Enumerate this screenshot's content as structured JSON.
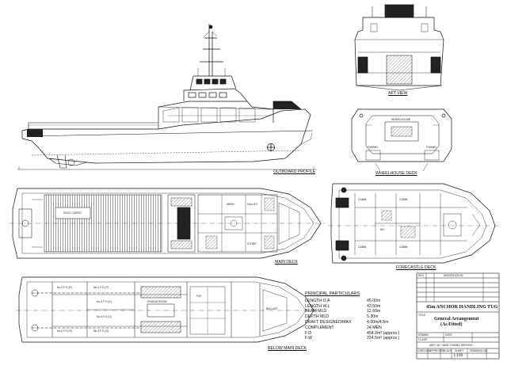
{
  "views": {
    "outboard_profile": "OUTBOARD PROFILE",
    "aft_view": "AFT VIEW",
    "wheelhouse_deck": "WHEELHOUSE DECK",
    "main_deck": "MAIN DECK",
    "forecastle_deck": "FORECASTLE DECK",
    "below_main_deck": "BELOW MAIN DECK"
  },
  "particulars": {
    "heading": "PRINCIPAL PARTICULARS",
    "rows": [
      {
        "label": "LENGTH O.A",
        "value": "45.00m"
      },
      {
        "label": "LENGTH W.L",
        "value": "43.50m"
      },
      {
        "label": "BEAM MLD",
        "value": "12.60m"
      },
      {
        "label": "DEPTH MLD",
        "value": "5.30m"
      },
      {
        "label": "DRAFT DESIGNED/MAX",
        "value": "4.00m/4.5m"
      },
      {
        "label": "COMPLEMENT",
        "value": "24 MEN"
      },
      {
        "label": "F.O",
        "value": "454.2m³ (approx.)"
      },
      {
        "label": "F.W",
        "value": "224.5m³ (approx.)"
      }
    ]
  },
  "title_block": {
    "vessel": "45m ANCHOR HANDLING TUG",
    "drawing_title_1": "General Arrangement",
    "drawing_title_2": "(As Fitted)",
    "scale": "1:100",
    "field_labels": {
      "modification": "MODIFICATION",
      "rev": "REV",
      "title": "TITLE",
      "drawn": "DRAWN",
      "checked": "CHECKED",
      "approved": "APPROVED",
      "scale": "SCALE",
      "sheet": "SHEET",
      "drawing_no": "DRAWING NO.",
      "class": "CLASS",
      "date": "DATE"
    },
    "class_text": "ABS +A1 +AMS TOWING SERVICE"
  },
  "tanks": {
    "fo_1p": "No.1 F.O (P)",
    "fo_1s": "No.1 F.O (S)",
    "fo_2p": "No.2 F.O (P)",
    "fo_2s": "No.2 F.O (S)",
    "fo_3c": "No.3 F.O (C)",
    "fo_4c": "No.4 F.O (C)",
    "engine_room": "ENGINE ROOM",
    "fw": "F.W",
    "ballast": "BALLAST"
  },
  "rooms": {
    "mess": "MESS",
    "galley": "GALLEY",
    "store": "STORE",
    "cabin": "CABIN",
    "wc": "WC",
    "wheelhouse": "WHEELHOUSE",
    "tunnel": "FUNNEL",
    "deck_cargo": "DECK CARGO"
  }
}
